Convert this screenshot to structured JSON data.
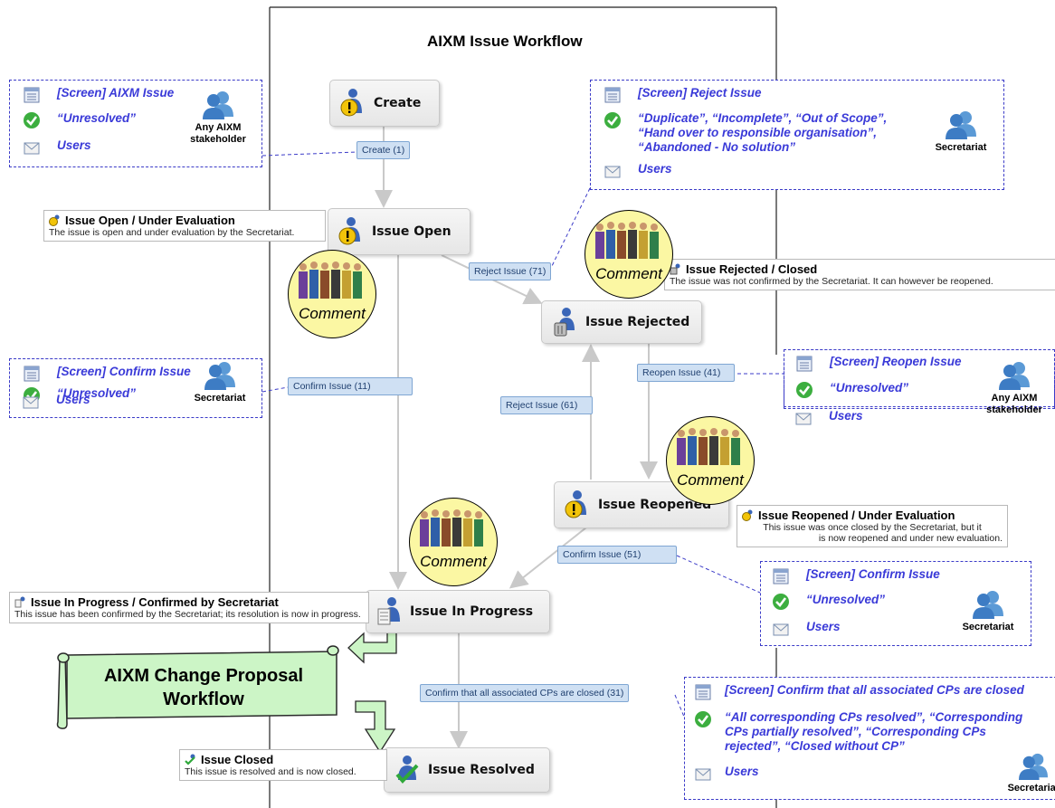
{
  "title": "AIXM Issue Workflow",
  "states": {
    "create": "Create",
    "open": "Issue Open",
    "rejected": "Issue Rejected",
    "reopened": "Issue Reopened",
    "in_progress": "Issue In Progress",
    "resolved": "Issue Resolved"
  },
  "transitions": {
    "create": "Create (1)",
    "reject_71": "Reject Issue (71)",
    "confirm_11": "Confirm Issue (11)",
    "reopen_41": "Reopen Issue (41)",
    "reject_61": "Reject Issue (61)",
    "confirm_51": "Confirm Issue (51)",
    "confirm_cps_31": "Confirm that all associated CPs are closed (31)"
  },
  "screens": {
    "aixm_issue": {
      "screen": "[Screen] AIXM Issue",
      "status": "“Unresolved”",
      "notify": "Users",
      "actor_line1": "Any AIXM",
      "actor_line2": "stakeholder"
    },
    "reject_issue": {
      "screen": "[Screen] Reject Issue",
      "status_line1": "“Duplicate”, “Incomplete”, “Out of Scope”,",
      "status_line2": "“Hand over to responsible organisation”,",
      "status_line3": "“Abandoned - No solution”",
      "notify": "Users",
      "actor": "Secretariat"
    },
    "confirm_issue_left": {
      "screen": "[Screen] Confirm Issue",
      "status": "“Unresolved”",
      "notify": "Users",
      "actor": "Secretariat"
    },
    "reopen_issue": {
      "screen": "[Screen] Reopen Issue",
      "status": "“Unresolved”",
      "notify": "Users",
      "actor_line1": "Any AIXM",
      "actor_line2": "stakeholder"
    },
    "confirm_issue_right": {
      "screen": "[Screen] Confirm Issue",
      "status": "“Unresolved”",
      "notify": "Users",
      "actor": "Secretariat"
    },
    "confirm_cps": {
      "screen": "[Screen] Confirm that all associated CPs are closed",
      "status_line1": "“All corresponding CPs resolved”, “Corresponding",
      "status_line2": "CPs partially resolved”, “Corresponding CPs",
      "status_line3": "rejected”, “Closed without CP”",
      "notify": "Users",
      "actor": "Secretariat"
    }
  },
  "notes": {
    "open": {
      "title": "Issue Open / Under Evaluation",
      "body": "The issue is open and under evaluation by the Secretariat."
    },
    "rejected": {
      "title": "Issue Rejected / Closed",
      "body": "The issue was not confirmed by the Secretariat. It can however be reopened."
    },
    "reopened": {
      "title": "Issue Reopened / Under Evaluation",
      "body_line1": "This issue was once closed by the Secretariat, but it",
      "body_line2": "is now reopened and under new evaluation."
    },
    "in_progress": {
      "title": "Issue In Progress / Confirmed by Secretariat",
      "body": "This issue has been confirmed by the Secretariat; its resolution is now in progress."
    },
    "closed": {
      "title": "Issue Closed",
      "body": "This issue is resolved and is now closed."
    }
  },
  "comment_label": "Comment",
  "change_proposal_line1": "AIXM Change Proposal",
  "change_proposal_line2": "Workflow",
  "colors": {
    "screen_text": "#3a3ad8",
    "transition_fill": "#cfe0f3",
    "comment_fill": "#fbf7a3",
    "scroll_fill": "#ccf5c6"
  }
}
